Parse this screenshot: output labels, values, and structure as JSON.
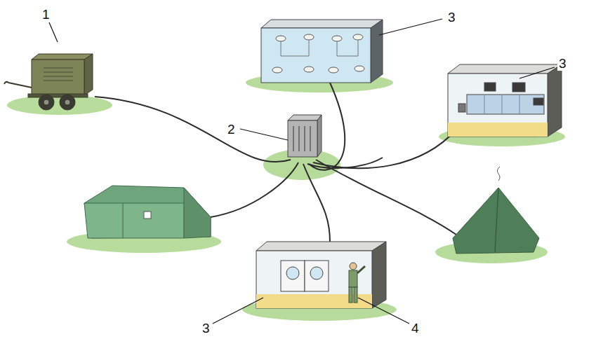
{
  "diagram": {
    "labels": [
      "1",
      "2",
      "3",
      "3",
      "3",
      "4"
    ]
  }
}
